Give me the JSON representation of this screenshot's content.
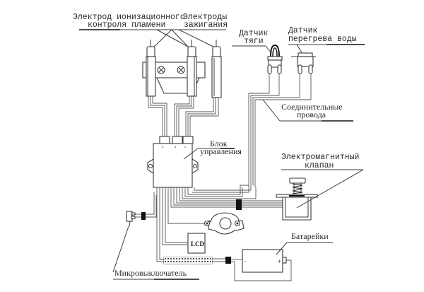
{
  "diagram": {
    "title": "",
    "labels": {
      "ionization_electrode_l1": "Электрод ионизационного",
      "ionization_electrode_l2": "контроля пламени",
      "ignition_electrodes_l1": "Электроды",
      "ignition_electrodes_l2": "зажигания",
      "draft_sensor_l1": "Датчик",
      "draft_sensor_l2": "тяги",
      "overheat_sensor_l1": "Датчик",
      "overheat_sensor_l2": "перегрева воды",
      "connecting_wires_l1": "Соединительные",
      "connecting_wires_l2": "провода",
      "control_unit_l1": "Блок",
      "control_unit_l2": "управления",
      "solenoid_valve_l1": "Электромагнитный",
      "solenoid_valve_l2": "клапан",
      "batteries": "Батарейки",
      "microswitch": "Микровыключатель",
      "lcd": "LCD",
      "battery_minus": "-",
      "battery_plus": "+"
    },
    "components": [
      "ionization-electrode",
      "ignition-electrodes",
      "draft-sensor",
      "overheat-sensor",
      "connecting-wires",
      "control-unit",
      "solenoid-valve",
      "batteries",
      "microswitch",
      "lcd-display",
      "ignition-transformer"
    ],
    "colors": {
      "line": "#3a3a3a",
      "text": "#2a2a2a",
      "background": "#ffffff",
      "connector": "#111111"
    }
  }
}
